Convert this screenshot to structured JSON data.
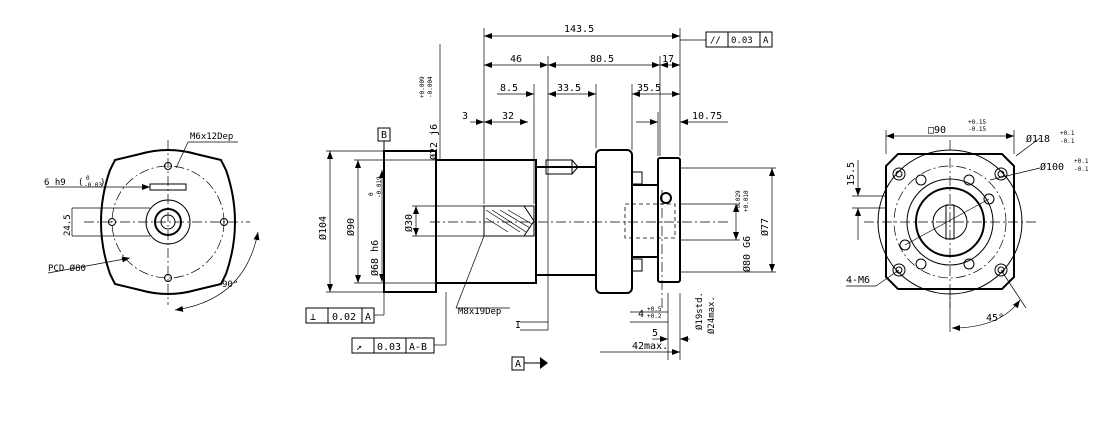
{
  "left_view": {
    "thread_note": "M6x12Dep",
    "shaft_tol": "6 h9",
    "shaft_tol_upper": "0",
    "shaft_tol_lower": "-0.03",
    "key_dim": "24.5",
    "pcd": "PCD Ø80",
    "angle": "90°"
  },
  "side_view": {
    "dim_143_5": "143.5",
    "dim_46": "46",
    "dim_80_5": "80.5",
    "dim_17": "17",
    "dim_8_5": "8.5",
    "dim_33_5": "33.5",
    "dim_35_5": "35.5",
    "dim_10_75": "10.75",
    "dim_3": "3",
    "dim_32": "32",
    "datum_b": "B",
    "datum_a": "A",
    "d104": "Ø104",
    "d90": "Ø90",
    "d68": "Ø68 h6",
    "d68_upper": "0",
    "d68_lower": "-0.019",
    "d30": "Ø30",
    "d22": "Ø22 j6",
    "d22_upper": "+0.009",
    "d22_lower": "-0.004",
    "thread_tap": "M8x19Dep",
    "d80": "Ø80 G6",
    "d80_upper": "+0.029",
    "d80_lower": "+0.010",
    "d77": "Ø77",
    "dim_4": "4",
    "dim_4_upper": "+0.5",
    "dim_4_lower": "+0.2",
    "dim_5": "5",
    "dim_42max": "42max.",
    "d19std": "Ø19std.",
    "d24max": "Ø24max.",
    "tol_parallel_sym": "//",
    "tol_parallel_val": "0.03",
    "tol_parallel_ref": "A",
    "tol_perp_sym": "⊥",
    "tol_perp_val": "0.02",
    "tol_perp_ref": "A",
    "tol_runout_sym": "↗",
    "tol_runout_val": "0.03",
    "tol_runout_ref": "A-B"
  },
  "right_view": {
    "square": "□90",
    "square_upper": "+0.15",
    "square_lower": "-0.15",
    "d118": "Ø118",
    "d118_upper": "+0.1",
    "d118_lower": "-0.1",
    "d100": "Ø100",
    "d100_upper": "+0.1",
    "d100_lower": "-0.1",
    "dim_15_5": "15.5",
    "thread": "4-M6",
    "angle": "45°"
  }
}
